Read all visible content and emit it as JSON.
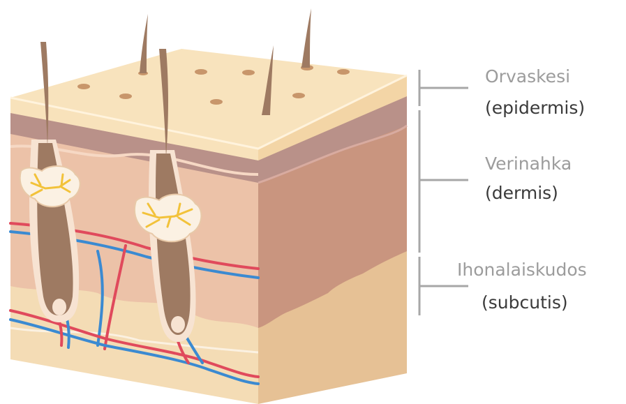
{
  "layers": [
    {
      "name": "Orvaskesi",
      "latin": "(epidermis)"
    },
    {
      "name": "Verinahka",
      "latin": "(dermis)"
    },
    {
      "name": "Ihonalaiskudos",
      "latin": "(subcutis)"
    }
  ],
  "colors": {
    "skin_top": "#f7dfb4",
    "epidermis_band": "#b98f88",
    "dermis_front": "#ecc1a7",
    "dermis_side": "#c9957f",
    "subcutis": "#f3d9b1",
    "subcutis_side": "#e2bb8f",
    "hair": "#9e7a62",
    "gland": "#f2c23a",
    "artery": "#e04a5c",
    "vein": "#3b8ad1",
    "bracket": "#a7a7a7"
  }
}
